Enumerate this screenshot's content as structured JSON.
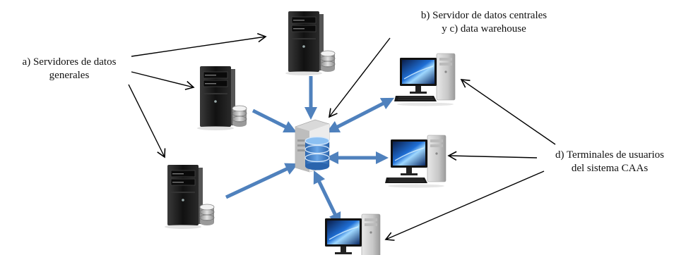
{
  "labels": {
    "a": {
      "line1": "a) Servidores de datos",
      "line2": "generales"
    },
    "b": {
      "line1": "b) Servidor de datos centrales",
      "line2": "y c) data warehouse"
    },
    "d": {
      "line1": "d) Terminales de usuarios",
      "line2": "del sistema CAAs"
    }
  },
  "nodes": {
    "general_servers": [
      "server-tower",
      "server-tower",
      "server-tower"
    ],
    "central_server": "central-database-server",
    "user_terminals": [
      "desktop-computer",
      "desktop-computer",
      "desktop-computer"
    ]
  },
  "colors": {
    "link_arrow": "#4f81bd",
    "pointer_arrow": "#000000",
    "tower_body": "#1c1c1c",
    "database": "#3f7fc7"
  }
}
